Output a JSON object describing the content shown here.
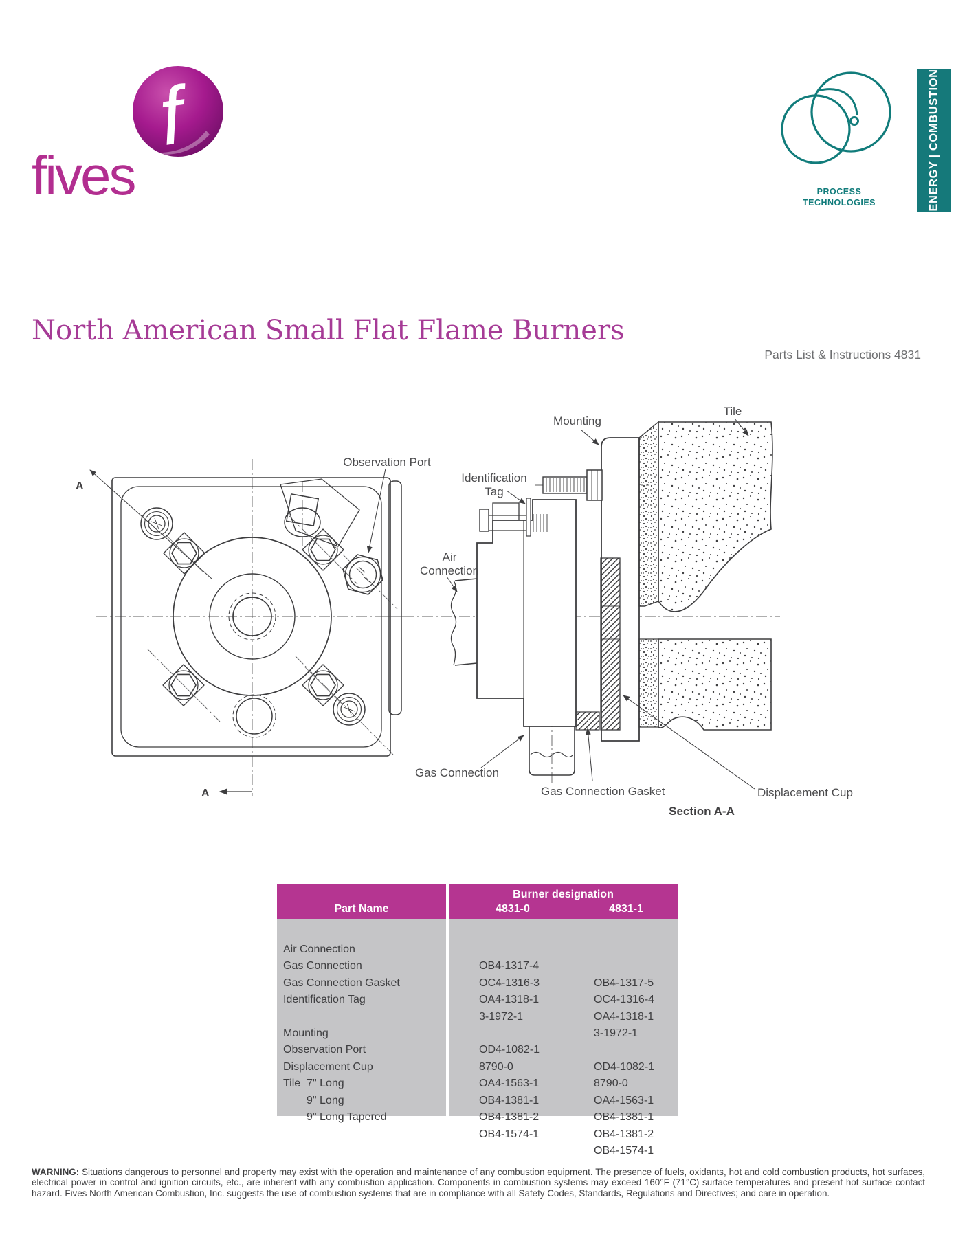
{
  "brand": {
    "wordmark": "fives",
    "logo_letter": "f",
    "process_logo_line1": "PROCESS",
    "process_logo_line2": "TECHNOLOGIES",
    "banner": "ENERGY | COMBUSTION",
    "colors": {
      "magenta": "#b22e90",
      "teal": "#15797a",
      "title_magenta": "#a63b96",
      "table_header": "#b53591",
      "table_body_bg": "#c5c5c7"
    }
  },
  "header": {
    "title": "North American Small Flat Flame Burners",
    "subtitle": "Parts List & Instructions 4831"
  },
  "diagram": {
    "labels": {
      "observation_port": "Observation Port",
      "mounting": "Mounting",
      "tile": "Tile",
      "identification_line1": "Identification",
      "identification_line2": "Tag",
      "air_line1": "Air",
      "air_line2": "Connection",
      "gas_connection": "Gas Connection",
      "gas_connection_gasket": "Gas Connection Gasket",
      "displacement_cup": "Displacement Cup",
      "section_caption": "Section A-A",
      "section_marker": "A"
    }
  },
  "table": {
    "header": {
      "group": "Burner designation",
      "part_name": "Part Name",
      "col0": "4831-0",
      "col1": "4831-1"
    },
    "rows": [
      {
        "part": "Air Connection",
        "v0": "OB4-1317-4",
        "v1": "OB4-1317-5"
      },
      {
        "part": "Gas Connection",
        "v0": "OC4-1316-3",
        "v1": "OC4-1316-4"
      },
      {
        "part": "Gas Connection Gasket",
        "v0": "OA4-1318-1",
        "v1": "OA4-1318-1"
      },
      {
        "part": "Identification Tag",
        "v0": "3-1972-1",
        "v1": "3-1972-1"
      },
      {
        "part": "Mounting",
        "v0": "OD4-1082-1",
        "v1": "OD4-1082-1"
      },
      {
        "part": "Observation Port",
        "v0": "8790-0",
        "v1": "8790-0"
      },
      {
        "part": "Displacement Cup",
        "v0": "OA4-1563-1",
        "v1": "OA4-1563-1"
      },
      {
        "part": "Tile  7\" Long",
        "v0": "OB4-1381-1",
        "v1": "OB4-1381-1"
      },
      {
        "part": "9\" Long",
        "v0": "OB4-1381-2",
        "v1": "OB4-1381-2"
      },
      {
        "part": "9\" Long Tapered",
        "v0": "OB4-1574-1",
        "v1": "OB4-1574-1"
      }
    ]
  },
  "footer": {
    "warning_label": "WARNING:",
    "warning_text": " Situations dangerous to personnel and property may exist with the operation and maintenance of any combustion equipment. The presence of fuels, oxidants, hot and cold combustion products, hot surfaces, electrical power in control and ignition circuits, etc., are inherent with any combustion application. Components in combustion systems may exceed 160°F (71°C) surface temperatures and present hot surface contact hazard. Fives North American Combustion, Inc. suggests the use of combustion systems that are in compliance with all Safety Codes, Standards, Regulations and Directives; and care in operation."
  }
}
